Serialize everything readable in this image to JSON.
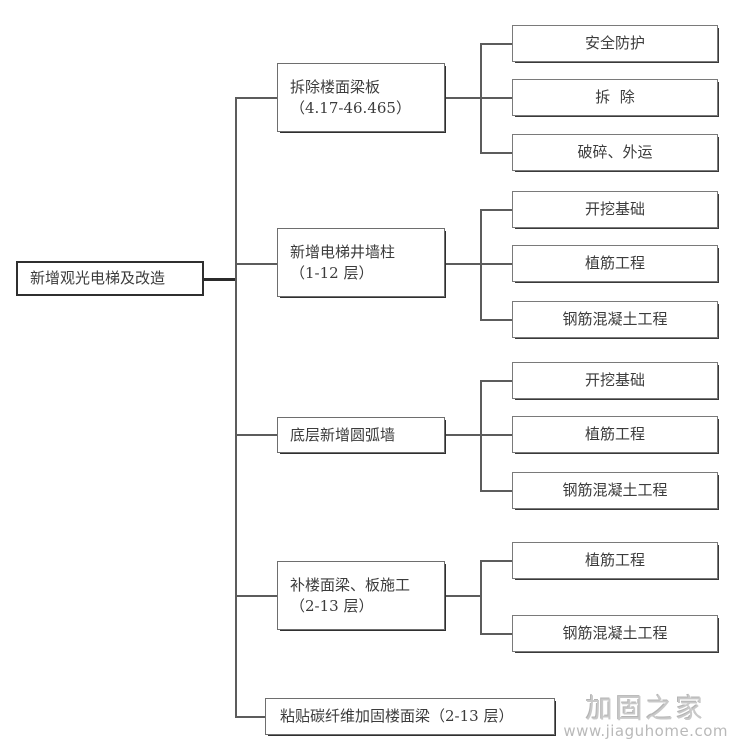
{
  "diagram": {
    "type": "tree-breakdown-structure",
    "root": {
      "label": "新增观光电梯及改造"
    },
    "branches": [
      {
        "id": "branch-1",
        "label_line1": "拆除楼面梁板",
        "label_line2": "（4.17-46.465）",
        "children": [
          {
            "label": "安全防护"
          },
          {
            "label": "拆  除"
          },
          {
            "label": "破碎、外运"
          }
        ]
      },
      {
        "id": "branch-2",
        "label_line1": "新增电梯井墙柱",
        "label_line2": "（1-12 层）",
        "children": [
          {
            "label": "开挖基础"
          },
          {
            "label": "植筋工程"
          },
          {
            "label": "钢筋混凝土工程"
          }
        ]
      },
      {
        "id": "branch-3",
        "label_line1": "底层新增圆弧墙",
        "label_line2": "",
        "children": [
          {
            "label": "开挖基础"
          },
          {
            "label": "植筋工程"
          },
          {
            "label": "钢筋混凝土工程"
          }
        ]
      },
      {
        "id": "branch-4",
        "label_line1": "补楼面梁、板施工",
        "label_line2": "（2-13 层）",
        "children": [
          {
            "label": "植筋工程"
          },
          {
            "label": "钢筋混凝土工程"
          }
        ]
      },
      {
        "id": "branch-5",
        "label_line1": "粘贴碳纤维加固楼面梁（2-13 层）",
        "label_line2": "",
        "children": []
      }
    ]
  },
  "watermark": {
    "brand": "加固之家",
    "url": "www.jiaguhome.com"
  },
  "colors": {
    "background": "#ffffff",
    "box_border": "#7a7a7a",
    "box_shadow": "#2f2f2f",
    "connector": "#5c5c5c",
    "text": "#3c3c3c",
    "watermark": "#c9c9c9"
  }
}
